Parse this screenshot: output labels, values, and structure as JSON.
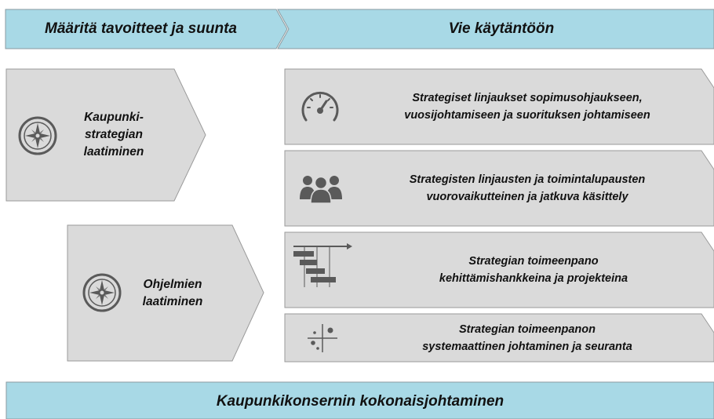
{
  "header": {
    "left_label": "Määritä tavoitteet ja suunta",
    "right_label": "Vie käytäntöön"
  },
  "left_blocks": [
    {
      "label": "Kaupunki-\nstrategian\nlaatiminen",
      "icon": "compass-icon"
    },
    {
      "label": "Ohjelmien\nlaatiminen",
      "icon": "compass-icon"
    }
  ],
  "right_rows": [
    {
      "label": "Strategiset linjaukset sopimusohjaukseen,\nvuosijohtamiseen ja suorituksen johtamiseen",
      "icon": "speedometer-icon"
    },
    {
      "label": "Strategisten linjausten ja toimintalupausten\nvuorovaikutteinen ja jatkuva käsittely",
      "icon": "people-group-icon"
    },
    {
      "label": "Strategian toimeenpano\nkehittämishankkeina ja projekteina",
      "icon": "gantt-chart-icon"
    },
    {
      "label": "Strategian toimeenpanon\nsystemaattinen johtaminen ja seuranta",
      "icon": "scatter-quadrant-icon"
    }
  ],
  "footer": {
    "label": "Kaupunkikonsernin kokonaisjohtaminen"
  },
  "colors": {
    "header_fill": "#a8d9e6",
    "header_stroke": "#8a9aa0",
    "gray_fill": "#dadada",
    "gray_stroke": "#9a9a9a",
    "icon_color": "#5a5a5a"
  }
}
